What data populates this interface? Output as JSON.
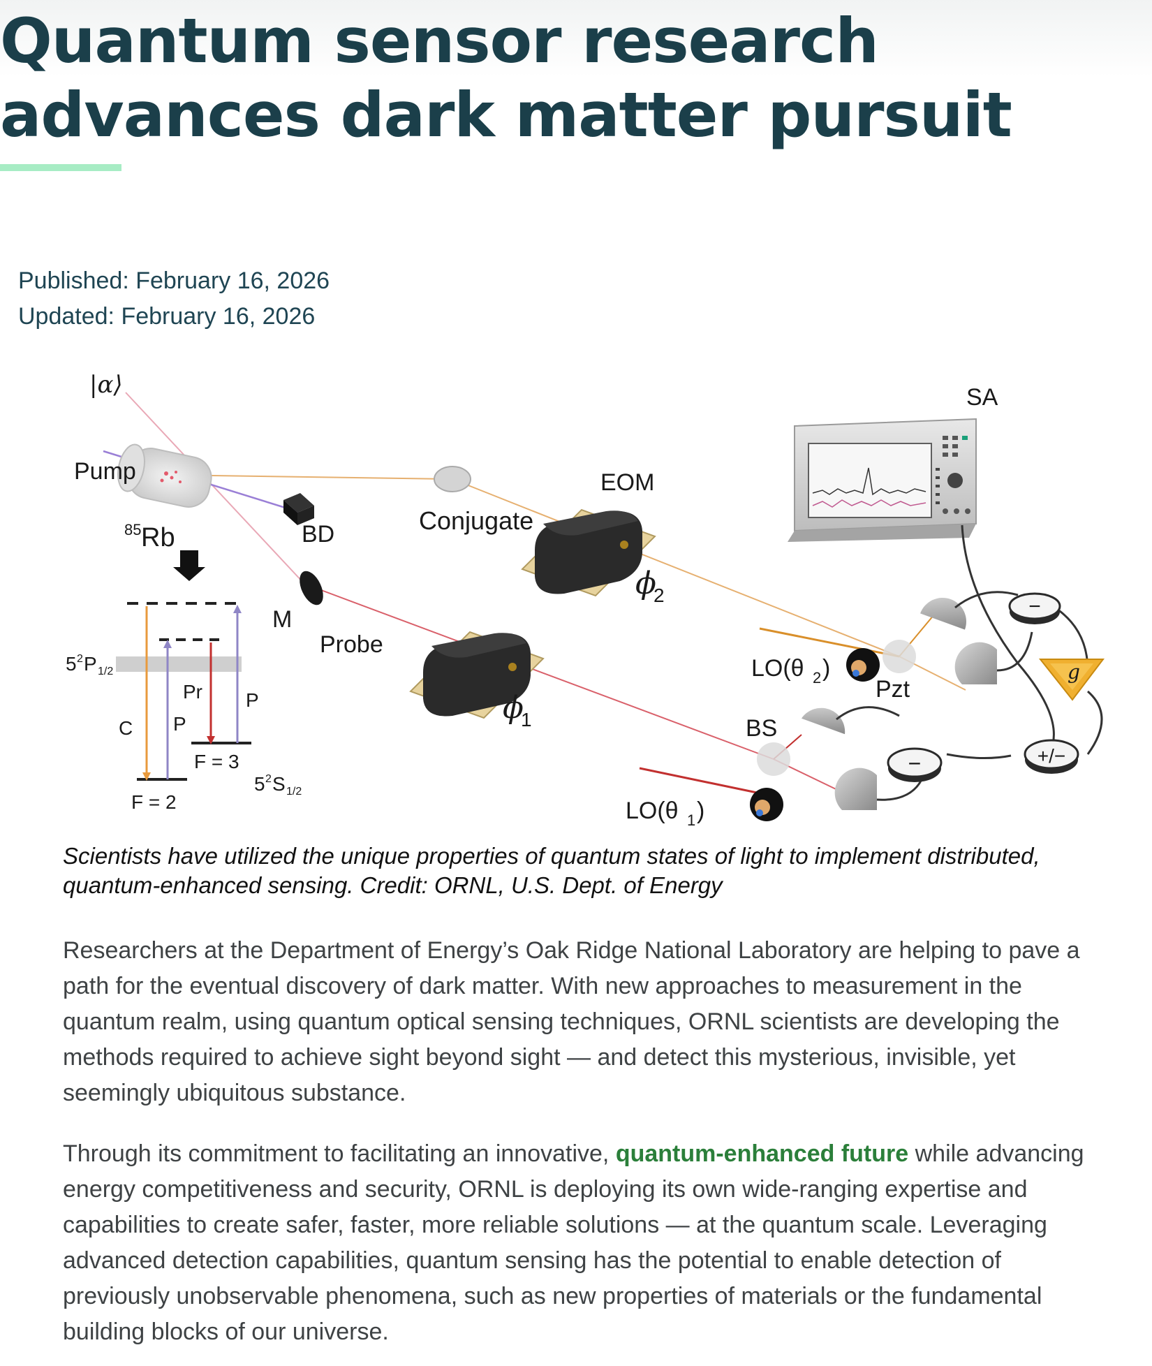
{
  "article": {
    "headline": "Quantum sensor research advances dark matter pursuit",
    "published": "Published: February 16, 2026",
    "updated": "Updated: February 16, 2026",
    "caption": "Scientists have utilized the unique properties of quantum states of light to implement distributed, quantum-enhanced sensing. Credit: ORNL, U.S. Dept. of Energy",
    "paragraph1": "Researchers at the Department of Energy’s Oak Ridge National Laboratory are helping to pave a path for the eventual discovery of dark matter. With new approaches to measurement in the quantum realm, using quantum optical sensing techniques, ORNL scientists are developing the methods required to achieve sight beyond sight — and detect this mysterious, invisible, yet seemingly ubiquitous substance.",
    "paragraph2_before": "Through its commitment to facilitating an innovative, ",
    "paragraph2_link": "quantum-enhanced future",
    "paragraph2_after": " while advancing energy competitiveness and security, ORNL is deploying its own wide-ranging expertise and capabilities to create safer, faster, more reliable solutions — at the quantum scale. Leveraging advanced detection capabilities, quantum sensing has the potential to enable detection of previously unobservable phenomena, such as new properties of materials or the fundamental building blocks of our universe."
  },
  "figure": {
    "labels": {
      "alpha": "|α⟩",
      "pump": "Pump",
      "rb_sup": "85",
      "rb": "Rb",
      "bd": "BD",
      "m": "M",
      "conjugate": "Conjugate",
      "eom": "EOM",
      "probe": "Probe",
      "sa": "SA",
      "phi2": "ϕ",
      "phi2_sub": "2",
      "phi1": "ϕ",
      "phi1_sub": "1",
      "lo2": "LO(θ",
      "lo2_sub": "2",
      "lo1": "LO(θ",
      "lo1_sub": "1",
      "close_paren": ")",
      "pzt": "Pzt",
      "bs": "BS",
      "g": "g",
      "level_p_main": "5",
      "level_p_sup": "2",
      "level_p_rest": "P",
      "level_p_sub": "1/2",
      "level_s_main": "5",
      "level_s_sup": "2",
      "level_s_rest": "S",
      "level_s_sub": "1/2",
      "f2": "F = 2",
      "f3": "F = 3",
      "c": "C",
      "p1": "P",
      "pr": "Pr",
      "p2": "P",
      "minus": "−",
      "plus_minus": "+/−"
    },
    "colors": {
      "pump_beam": "#9a7fd6",
      "probe_beam": "#d9606a",
      "conjugate_beam": "#e6b070",
      "lo_beam": "#c2302f",
      "lo2_beam": "#d98f2a",
      "amp_triangle": "#f0b030",
      "headline": "#1b3f4a",
      "accent": "#a7ecc4",
      "link": "#2b7f3a"
    }
  }
}
